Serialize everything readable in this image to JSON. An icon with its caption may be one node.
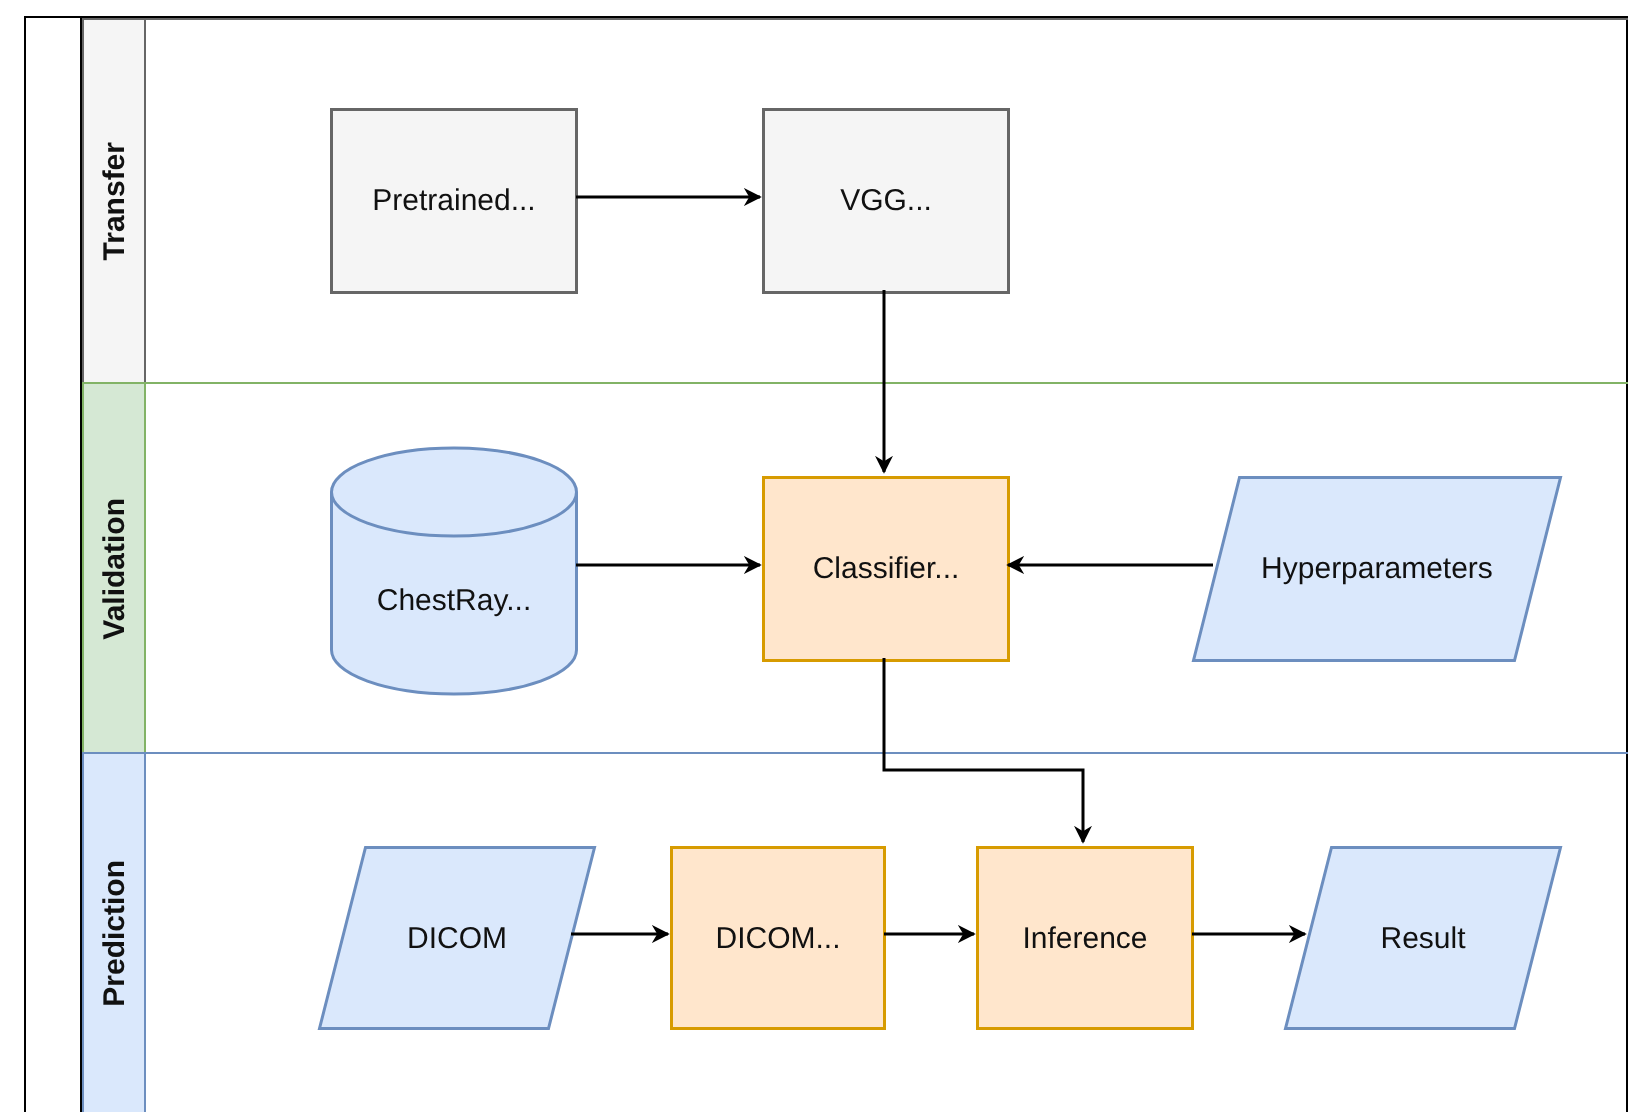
{
  "diagram": {
    "nodes": [
      {
        "text": [],
        "shape": "box"
      },
      {
        "text": [
          "Transfer"
        ],
        "in": 0
      },
      {
        "text": [
          "Validation"
        ],
        "in": 0
      },
      {
        "text": [
          "Prediction"
        ],
        "in": 0
      },
      {
        "text": [
          "Pretrained..."
        ],
        "in": 1
      },
      {
        "text": [
          "VGG..."
        ],
        "in": 1
      },
      {
        "text": [
          "ChestRay..."
        ],
        "in": 2
      },
      {
        "text": [
          "Classifier..."
        ],
        "in": 2
      },
      {
        "text": [
          "Hyperparameters"
        ],
        "in": 2
      },
      {
        "text": [
          "DICOM"
        ],
        "in": 3
      },
      {
        "text": [
          "DICOM..."
        ],
        "in": 3
      },
      {
        "text": [
          "Inference"
        ],
        "in": 3
      },
      {
        "text": [
          "Result"
        ],
        "in": 3
      }
    ],
    "edges": [
      {
        "from": 4,
        "to": 5,
        "arrow": "to"
      },
      {
        "from": 5,
        "to": 7,
        "arrow": "to"
      },
      {
        "from": 6,
        "to": 7,
        "arrow": "to"
      },
      {
        "from": 8,
        "to": 7,
        "arrow": "to"
      },
      {
        "from": 7,
        "to": 11,
        "arrow": "to"
      },
      {
        "from": 9,
        "to": 10,
        "arrow": "to"
      },
      {
        "from": 10,
        "to": 11,
        "arrow": "to"
      },
      {
        "from": 11,
        "to": 12,
        "arrow": "to"
      }
    ]
  }
}
